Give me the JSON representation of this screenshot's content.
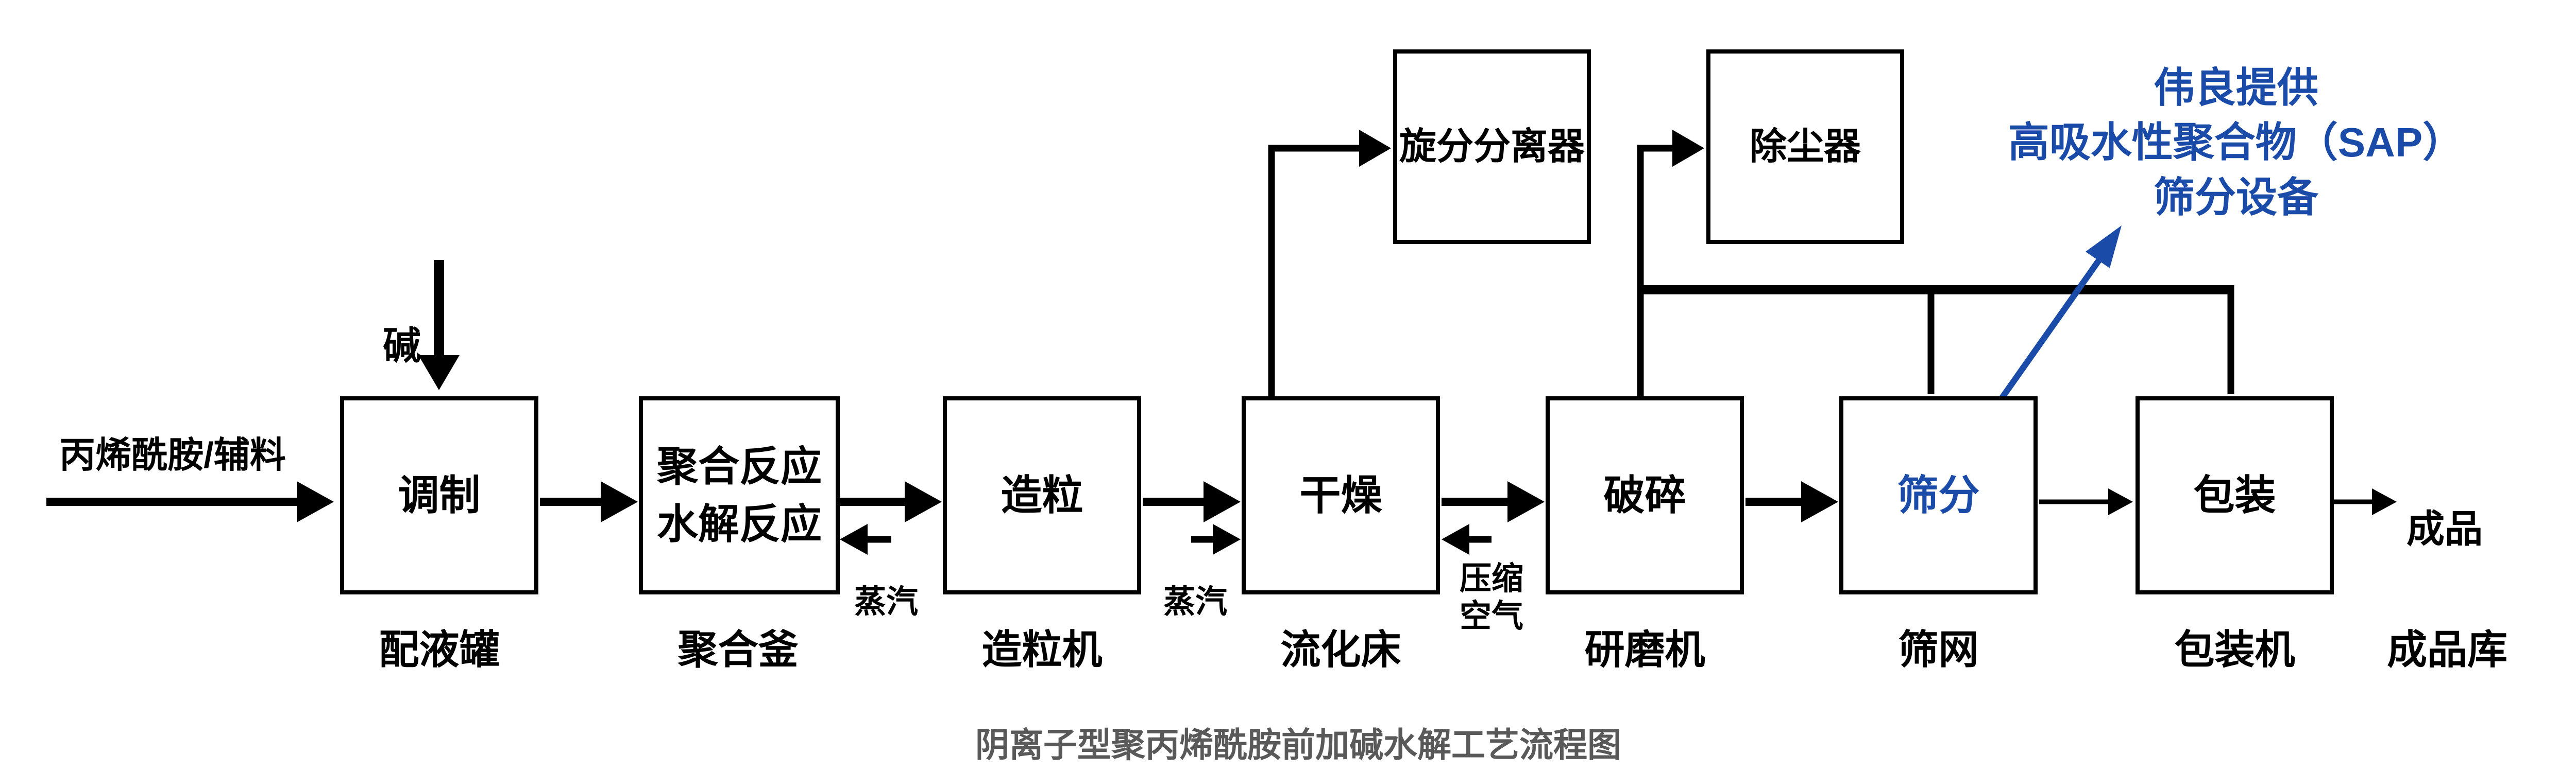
{
  "title": "阴离子型聚丙烯酰胺前加碱水解工艺流程图",
  "colors": {
    "accent_blue": "#1A4BA8",
    "line_black": "#000000",
    "title_gray": "#595959"
  },
  "inputs": {
    "feed": "丙烯酰胺/辅料",
    "alkali": "碱",
    "steam_polymerizer": "蒸汽",
    "steam_dryer": "蒸汽",
    "compressed_air_line1": "压缩",
    "compressed_air_line2": "空气"
  },
  "process_boxes": {
    "conditioning": {
      "name": "调制",
      "equipment": "配液罐"
    },
    "polymerization": {
      "name_line1": "聚合反应",
      "name_line2": "水解反应",
      "equipment": "聚合釜"
    },
    "granulation": {
      "name": "造粒",
      "equipment": "造粒机"
    },
    "drying": {
      "name": "干燥",
      "equipment": "流化床"
    },
    "crushing": {
      "name": "破碎",
      "equipment": "研磨机"
    },
    "screening": {
      "name": "筛分",
      "equipment": "筛网"
    },
    "packing": {
      "name": "包装",
      "equipment": "包装机"
    }
  },
  "aux_boxes": {
    "cyclone": "旋分分离器",
    "dust_collector": "除尘器"
  },
  "outputs": {
    "product": "成品",
    "warehouse": "成品库"
  },
  "annotation": {
    "line1": "伟良提供",
    "line2": "高吸水性聚合物（SAP）",
    "line3": "筛分设备"
  }
}
